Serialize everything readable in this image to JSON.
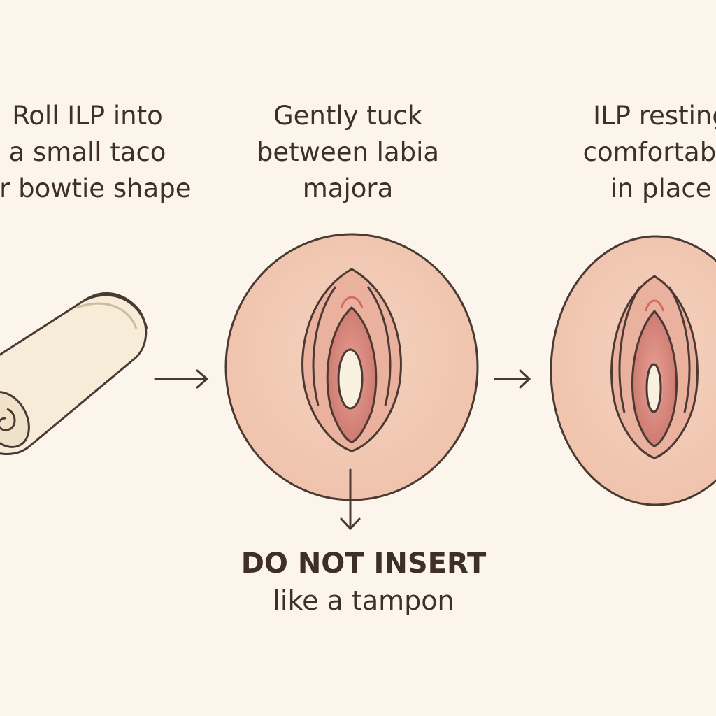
{
  "steps": [
    {
      "lines": [
        "Roll ILP into",
        "a small taco",
        "or bowtie shape"
      ]
    },
    {
      "lines": [
        "Gently tuck",
        "between labia",
        "majora"
      ]
    },
    {
      "lines": [
        "ILP resting",
        "comfortably",
        "in place"
      ]
    }
  ],
  "warning": {
    "title": "DO NOT INSERT",
    "subtitle": "like a tampon"
  },
  "colors": {
    "background": "#fcf5ec",
    "text": "#3e3029",
    "outline": "#4a3a33",
    "skin": "#f2c9b4",
    "skin_shade": "#e6a892",
    "inner": "#d98a7e",
    "inner_deep": "#c46e66",
    "pad": "#f6ecd8",
    "pad_shade": "#e4d6bc"
  }
}
